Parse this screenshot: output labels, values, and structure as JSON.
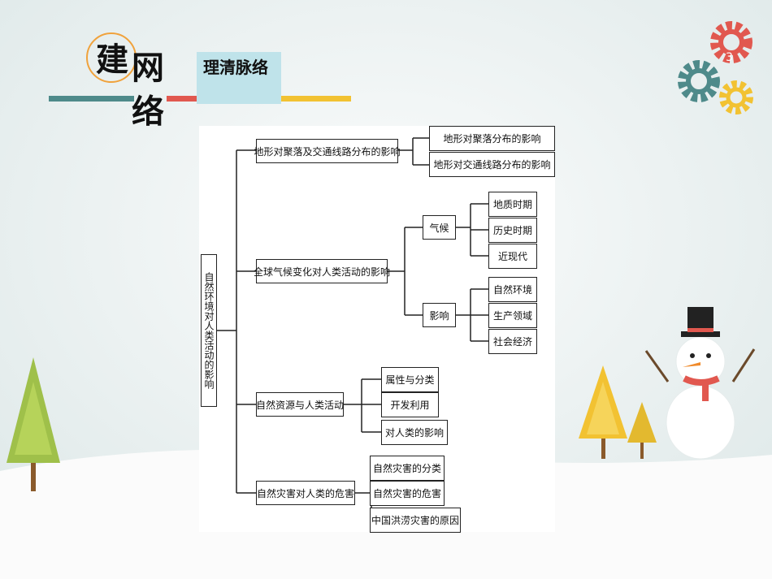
{
  "header": {
    "title_chars": [
      "建",
      "网",
      "络"
    ],
    "subtitle": "理清脉络",
    "page_number": "3"
  },
  "colors": {
    "accent_orange": "#f0a23c",
    "bar_teal": "#4e8a8a",
    "bar_red": "#e1584f",
    "bar_yellow": "#f2c232",
    "subtitle_bg": "#bfe3ea"
  },
  "decor": [
    "gear-icon",
    "snowman-icon",
    "tree-icon"
  ],
  "diagram": {
    "root": "自然环境对人类活动的影响",
    "branches": [
      {
        "label": "地形对聚落及交通线路分布的影响",
        "children": [
          {
            "label": "地形对聚落分布的影响"
          },
          {
            "label": "地形对交通线路分布的影响"
          }
        ]
      },
      {
        "label": "全球气候变化对人类活动的影响",
        "children": [
          {
            "label": "气候",
            "children": [
              "地质时期",
              "历史时期",
              "近现代"
            ]
          },
          {
            "label": "影响",
            "children": [
              "自然环境",
              "生产领域",
              "社会经济"
            ]
          }
        ]
      },
      {
        "label": "自然资源与人类活动",
        "children": [
          {
            "label": "属性与分类"
          },
          {
            "label": "开发利用"
          },
          {
            "label": "对人类的影响"
          }
        ]
      },
      {
        "label": "自然灾害对人类的危害",
        "children": [
          {
            "label": "自然灾害的分类"
          },
          {
            "label": "自然灾害的危害"
          },
          {
            "label": "中国洪涝灾害的原因"
          }
        ]
      }
    ]
  }
}
